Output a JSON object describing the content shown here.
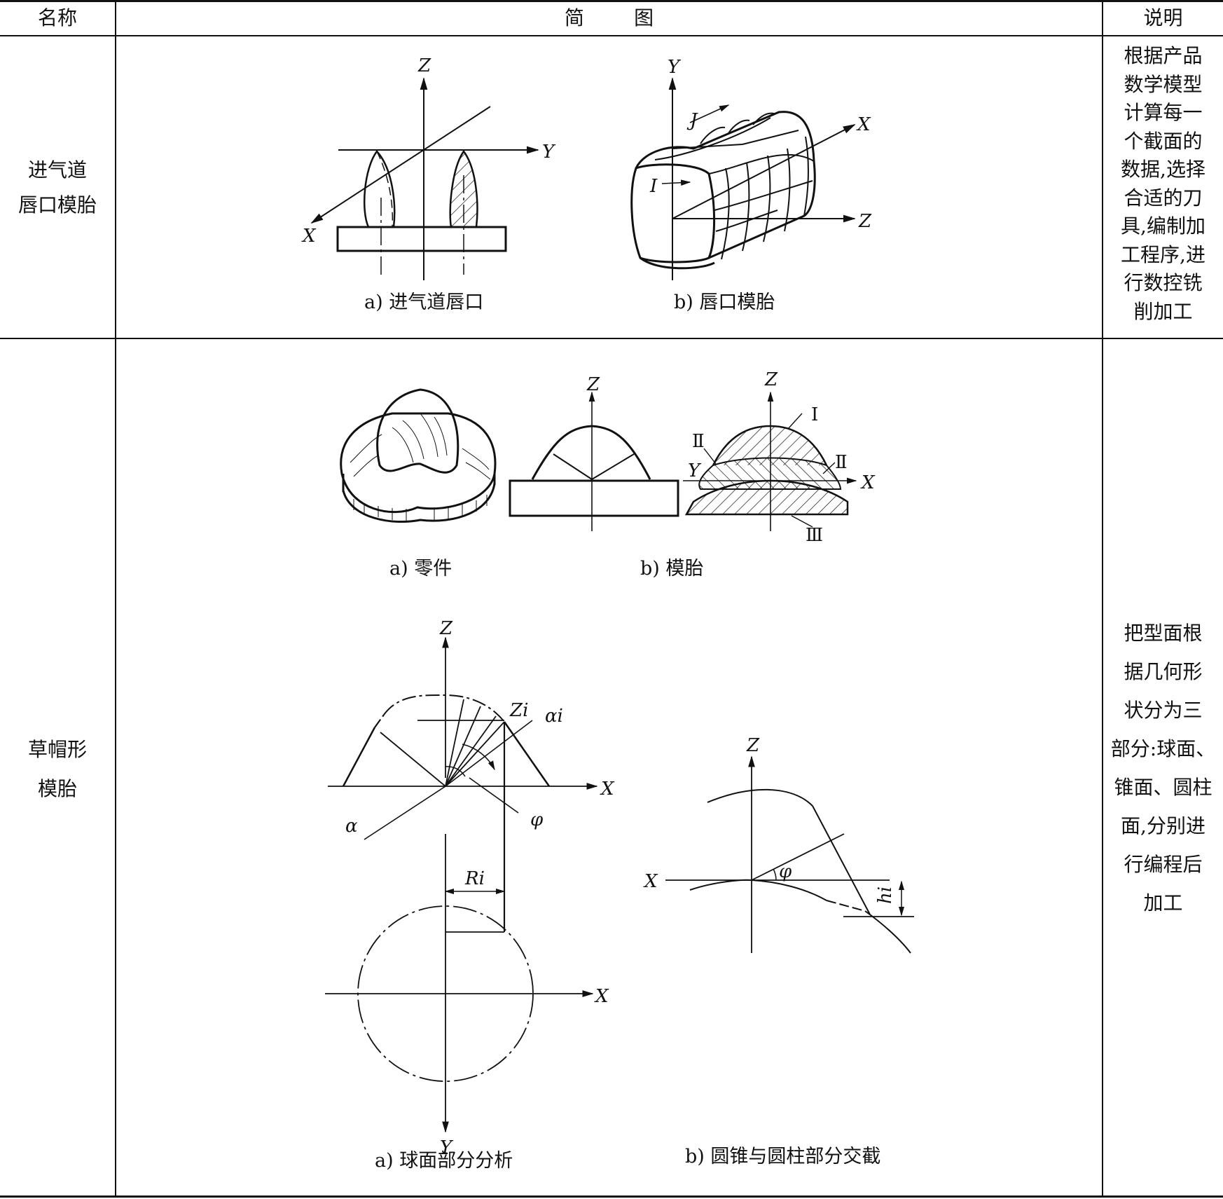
{
  "header": {
    "col_name": "名称",
    "col_figure": "简        图",
    "col_note": "说明"
  },
  "rows": [
    {
      "name_line1": "进气道",
      "name_line2": "唇口模胎",
      "captions": {
        "a": "a) 进气道唇口",
        "b": "b) 唇口模胎"
      },
      "axis_labels": {
        "z_a": "Z",
        "y_a": "Y",
        "x_a": "X",
        "y_b": "Y",
        "j_b": "J",
        "x_b": "X",
        "i_b": "I",
        "z_b": "Z"
      },
      "note_lines": [
        "根据产品",
        "数学模型",
        "计算每一",
        "个截面的",
        "数据,选择",
        "合适的刀",
        "具,编制加",
        "工程序,进",
        "行数控铣",
        "削加工"
      ]
    },
    {
      "name_line1": "草帽形",
      "name_line2": "模胎",
      "captions": {
        "a1": "a) 零件",
        "b1": "b) 模胎",
        "a2": "a) 球面部分分析",
        "b2": "b) 圆锥与圆柱部分交截"
      },
      "axis_labels": {
        "z_b1": "Z",
        "z_b1r": "Z",
        "roman1": "Ⅰ",
        "roman2l": "Ⅱ",
        "roman2r": "Ⅱ",
        "roman3": "Ⅲ",
        "y_b1r": "Y",
        "x_b1r": "X",
        "z_a2": "Z",
        "zi": "Zi",
        "alpha_i": "αi",
        "x_a2": "X",
        "alpha": "α",
        "phi_a2": "φ",
        "ri": "Ri",
        "x_a2b": "X",
        "y_a2": "Y",
        "z_b2": "Z",
        "x_b2": "X",
        "phi_b2": "φ",
        "hi": "hi"
      },
      "note_lines": [
        "把型面根",
        "据几何形",
        "状分为三",
        "部分:球面、",
        "锥面、圆柱",
        "面,分别进",
        "行编程后",
        "加工"
      ]
    }
  ]
}
